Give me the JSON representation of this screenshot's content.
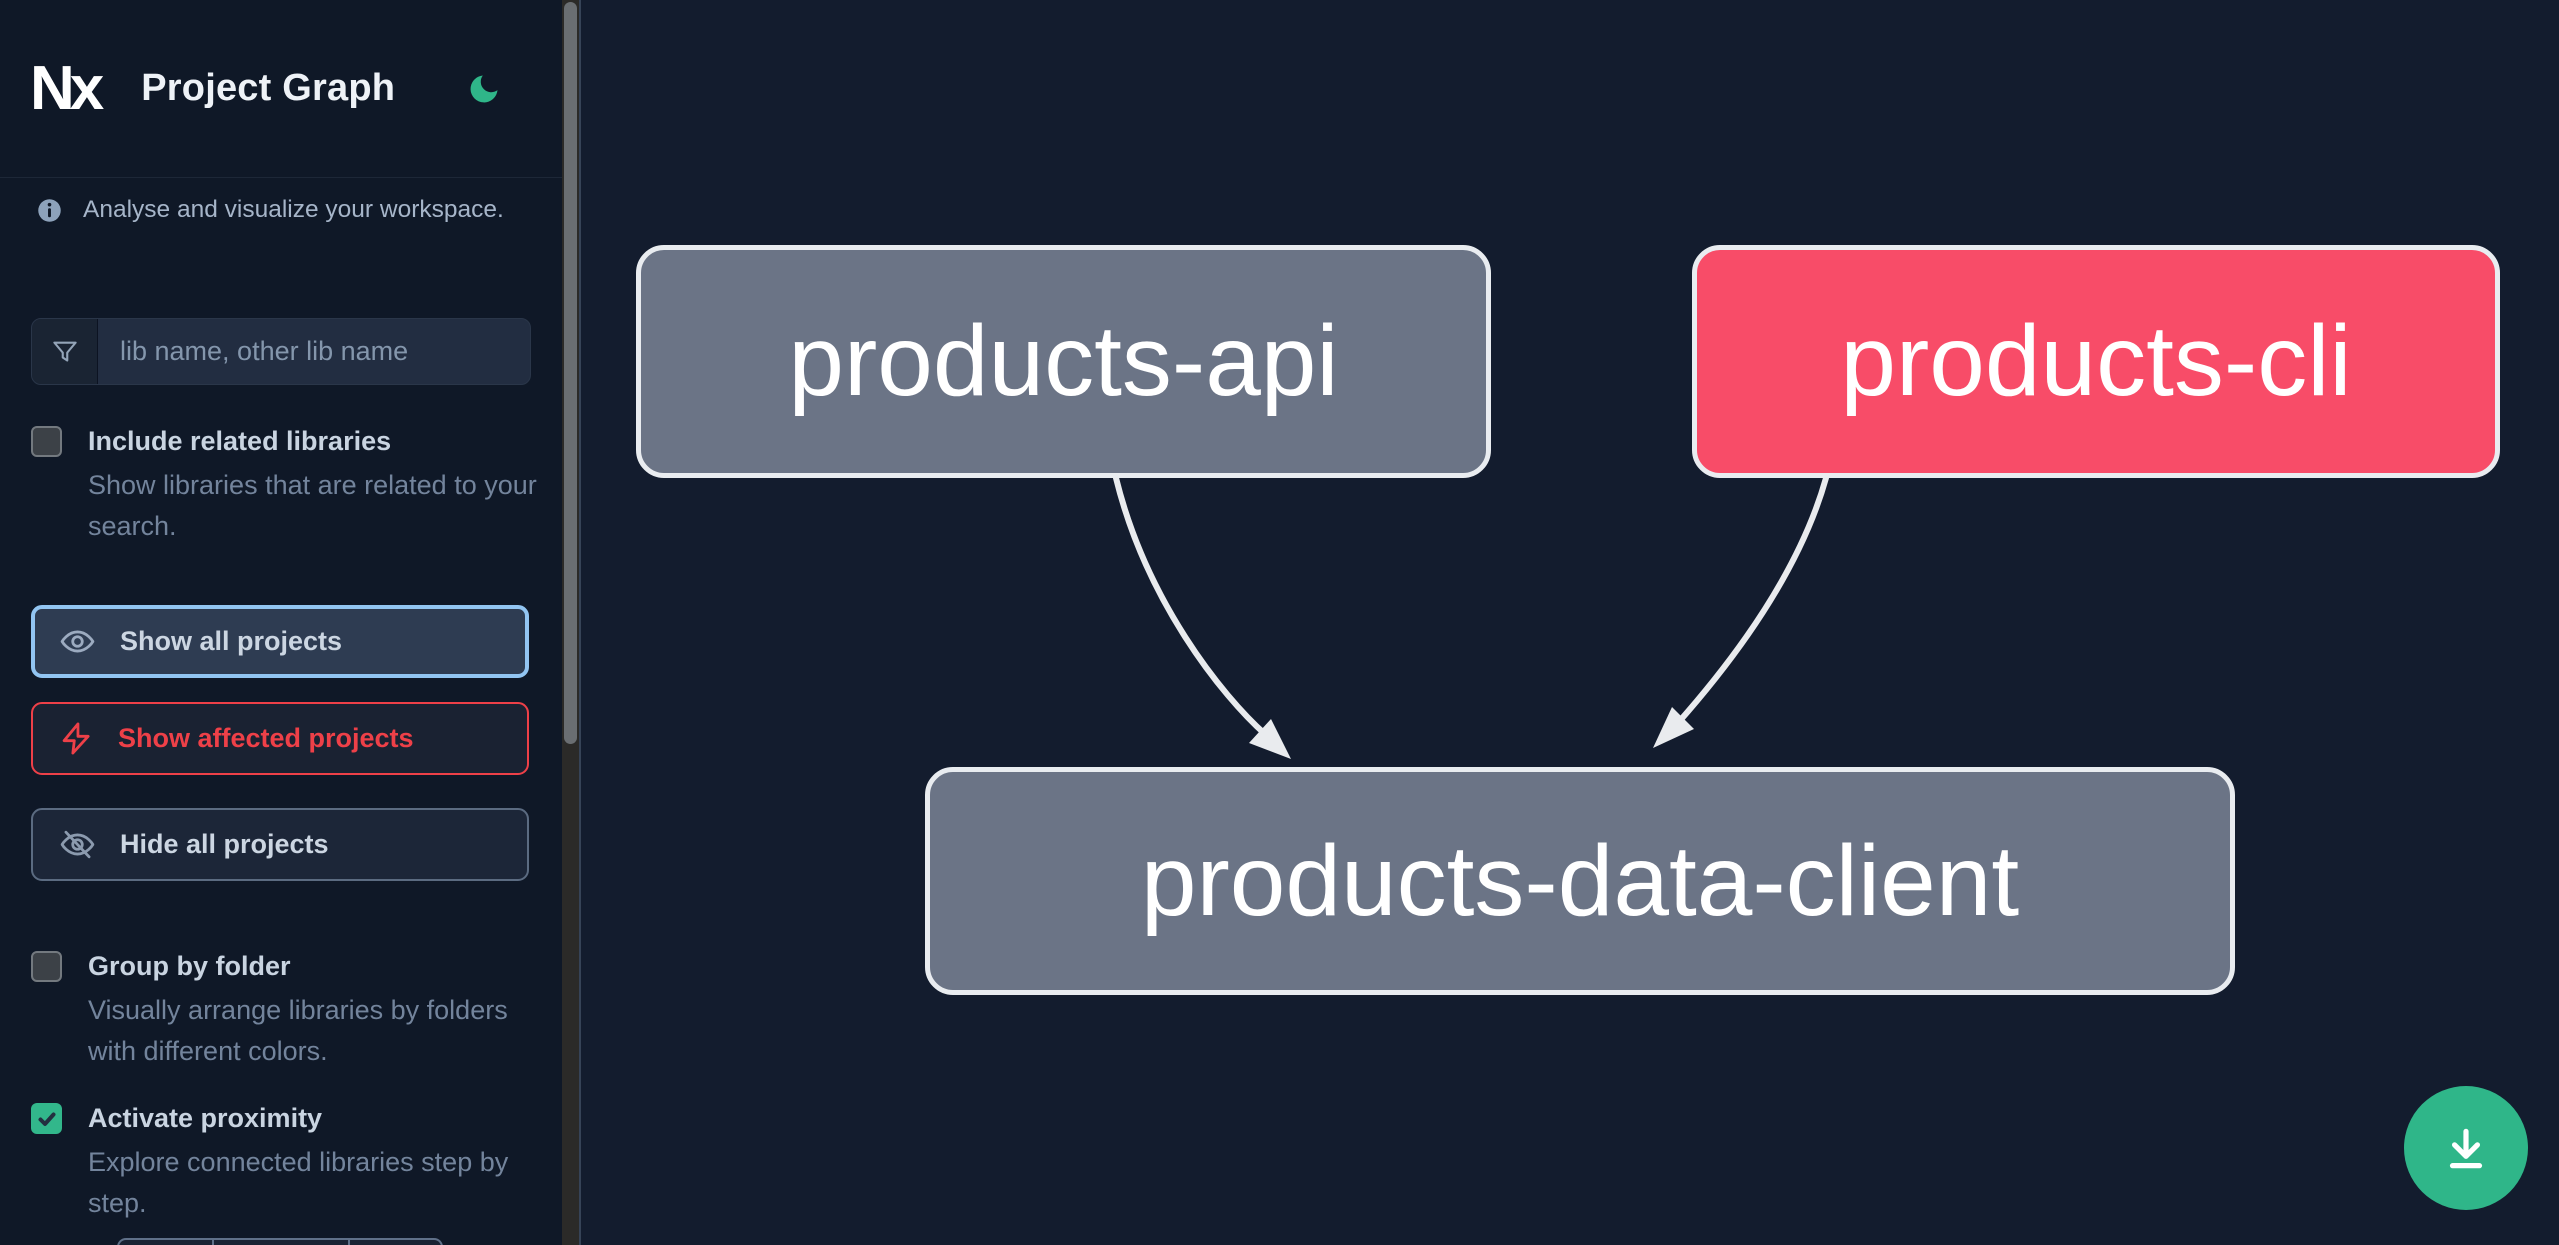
{
  "header": {
    "logo_text": "Nx",
    "title": "Project Graph"
  },
  "sidebar": {
    "tagline": "Analyse and visualize your workspace.",
    "search": {
      "placeholder": "lib name, other lib name",
      "value": ""
    },
    "options": [
      {
        "label": "Include related libraries",
        "description": "Show libraries that are related to your search.",
        "checked": false
      },
      {
        "label": "Group by folder",
        "description": "Visually arrange libraries by folders with different colors.",
        "checked": false
      },
      {
        "label": "Activate proximity",
        "description": "Explore connected libraries step by step.",
        "checked": true
      }
    ],
    "actions": [
      {
        "label": "Show all projects",
        "state": "selected"
      },
      {
        "label": "Show affected projects",
        "state": "affected"
      },
      {
        "label": "Hide all projects",
        "state": "default"
      }
    ]
  },
  "graph": {
    "nodes": [
      {
        "id": "products-api",
        "label": "products-api",
        "color": "gray"
      },
      {
        "id": "products-cli",
        "label": "products-cli",
        "color": "pink"
      },
      {
        "id": "products-data-client",
        "label": "products-data-client",
        "color": "gray"
      }
    ],
    "edges": [
      {
        "source": "products-api",
        "target": "products-data-client"
      },
      {
        "source": "products-cli",
        "target": "products-data-client"
      }
    ]
  },
  "fab": {
    "action": "download-image"
  },
  "colors": {
    "accent_green": "#2fb689",
    "affected_red": "#ee4048",
    "selected_blue": "#92c5f2",
    "node_gray": "#6b7486",
    "node_pink": "#f84c68",
    "edge": "#e9ebee",
    "sidebar_bg": "#0f1827",
    "canvas_bg": "#131c2e"
  }
}
